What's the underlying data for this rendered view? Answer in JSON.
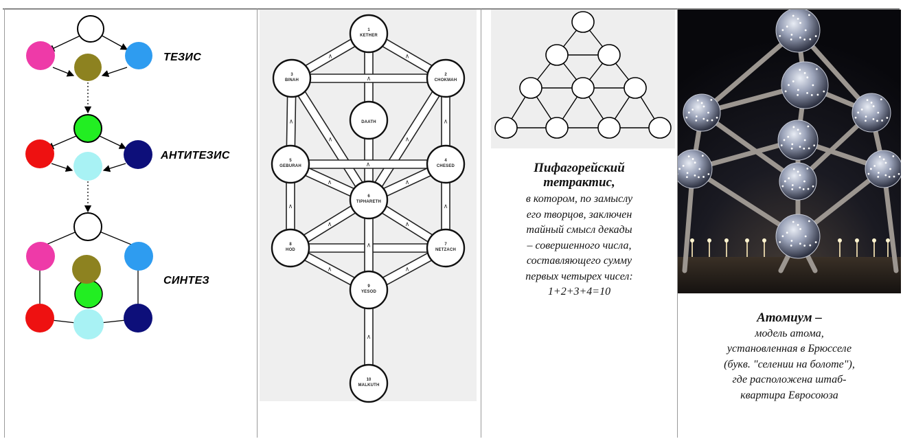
{
  "dialectics": {
    "label_thesis": "ТЕЗИС",
    "label_antithesis": "АНТИТЕЗИС",
    "label_synthesis": "СИНТЕЗ",
    "colors": {
      "white": "#ffffff",
      "magenta": "#ee3aa8",
      "sky": "#2e9cf0",
      "olive": "#8d8220",
      "green": "#22ee22",
      "red": "#ee1111",
      "navy": "#0d0f7a",
      "cyan": "#a8f2f4"
    }
  },
  "sefirot": {
    "nodes": [
      {
        "num": "1",
        "name": "KETHER"
      },
      {
        "num": "3",
        "name": "BINAH"
      },
      {
        "num": "2",
        "name": "CHOKMAH"
      },
      {
        "num": "",
        "name": "DAATH"
      },
      {
        "num": "5",
        "name": "GEBURAH"
      },
      {
        "num": "4",
        "name": "CHESED"
      },
      {
        "num": "6",
        "name": "TIPHARETH"
      },
      {
        "num": "8",
        "name": "HOD"
      },
      {
        "num": "7",
        "name": "NETZACH"
      },
      {
        "num": "9",
        "name": "YESOD"
      },
      {
        "num": "10",
        "name": "MALKUTH"
      }
    ]
  },
  "tetractys": {
    "caption_title_1": "Пифагорейский",
    "caption_title_2": "тетрактис,",
    "caption_lines": [
      "в котором, по замыслу",
      "его творцов, заключен",
      "тайный смысл декады",
      "– совершенного числа,",
      "составляющего сумму",
      "первых четырех чисел:",
      "1+2+3+4=10"
    ]
  },
  "atomium": {
    "caption_title": "Атомиум –",
    "caption_lines": [
      "модель атома,",
      "установленная в Брюсселе",
      "(букв. \"селении на болоте\"),",
      "где расположена штаб-",
      "квартира Евросоюза"
    ]
  }
}
